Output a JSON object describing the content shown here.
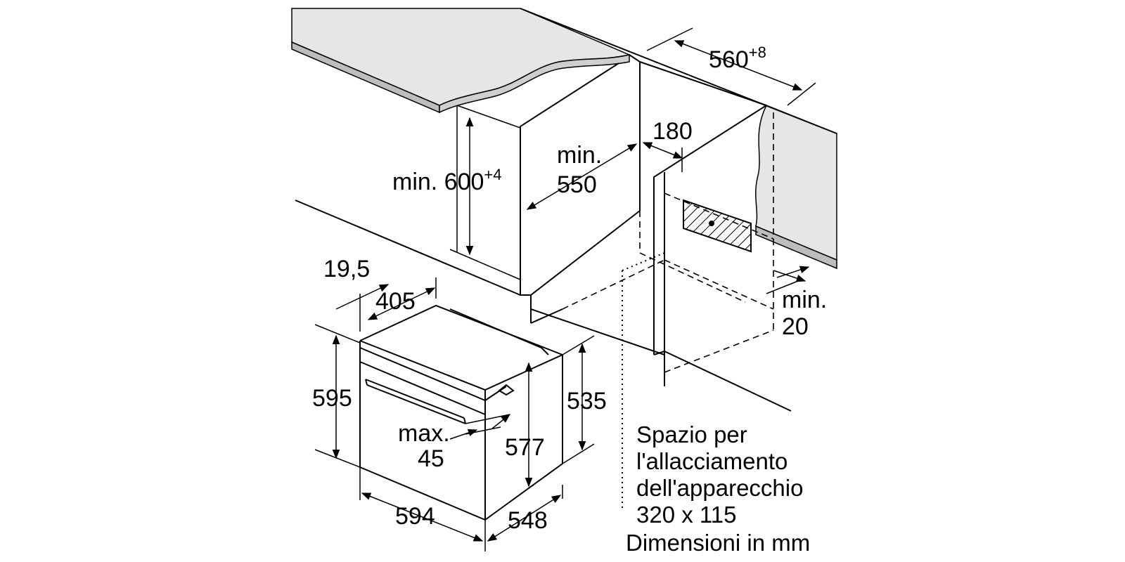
{
  "dimensions": {
    "niche_width": "560",
    "niche_width_tolerance": "+8",
    "niche_height": "min. 600",
    "niche_height_tolerance": "+4",
    "niche_depth_line1": "min.",
    "niche_depth_line2": "550",
    "rear_gap": "180",
    "bottom_gap_line1": "min.",
    "bottom_gap_line2": "20",
    "front_overhang": "19,5",
    "top_depth": "405",
    "oven_height": "595",
    "oven_side_height": "535",
    "panel_height": "577",
    "handle_protrusion_line1": "max.",
    "handle_protrusion_line2": "45",
    "oven_width": "594",
    "oven_depth": "548"
  },
  "connection_note": {
    "line1": "Spazio per",
    "line2": "l'allacciamento",
    "line3": "dell'apparecchio",
    "line4": "320 x 115"
  },
  "units_note": "Dimensioni in mm"
}
